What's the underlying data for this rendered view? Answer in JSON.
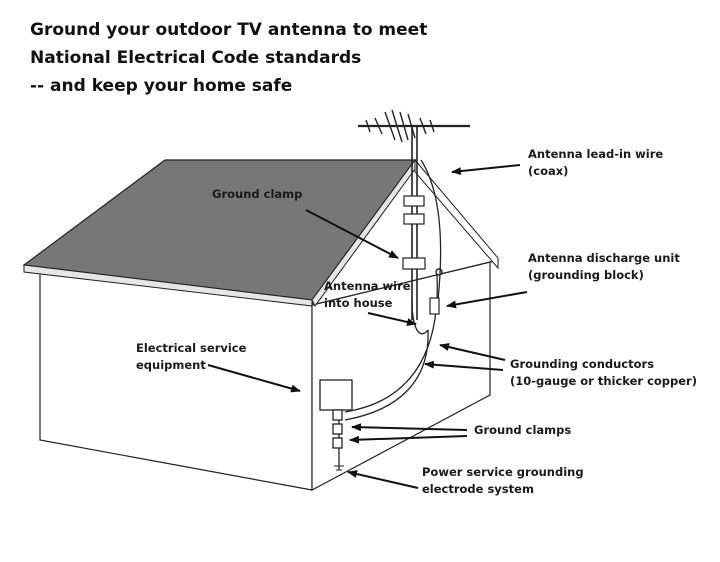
{
  "title_lines": [
    "Ground your outdoor TV antenna to meet",
    "National Electrical Code standards",
    "-- and keep your home safe"
  ],
  "labels": {
    "lead_in_wire": [
      "Antenna lead-in wire",
      "(coax)"
    ],
    "ground_clamp": [
      "Ground clamp"
    ],
    "discharge_unit": [
      "Antenna discharge unit",
      "(grounding block)"
    ],
    "antenna_wire_into_house": [
      "Antenna wire",
      "into house"
    ],
    "electrical_service_equipment": [
      "Electrical service",
      "equipment"
    ],
    "grounding_conductors": [
      "Grounding conductors",
      "(10-gauge or thicker copper)"
    ],
    "ground_clamps": [
      "Ground clamps"
    ],
    "power_service_grounding": [
      "Power service grounding",
      "electrode system"
    ]
  }
}
